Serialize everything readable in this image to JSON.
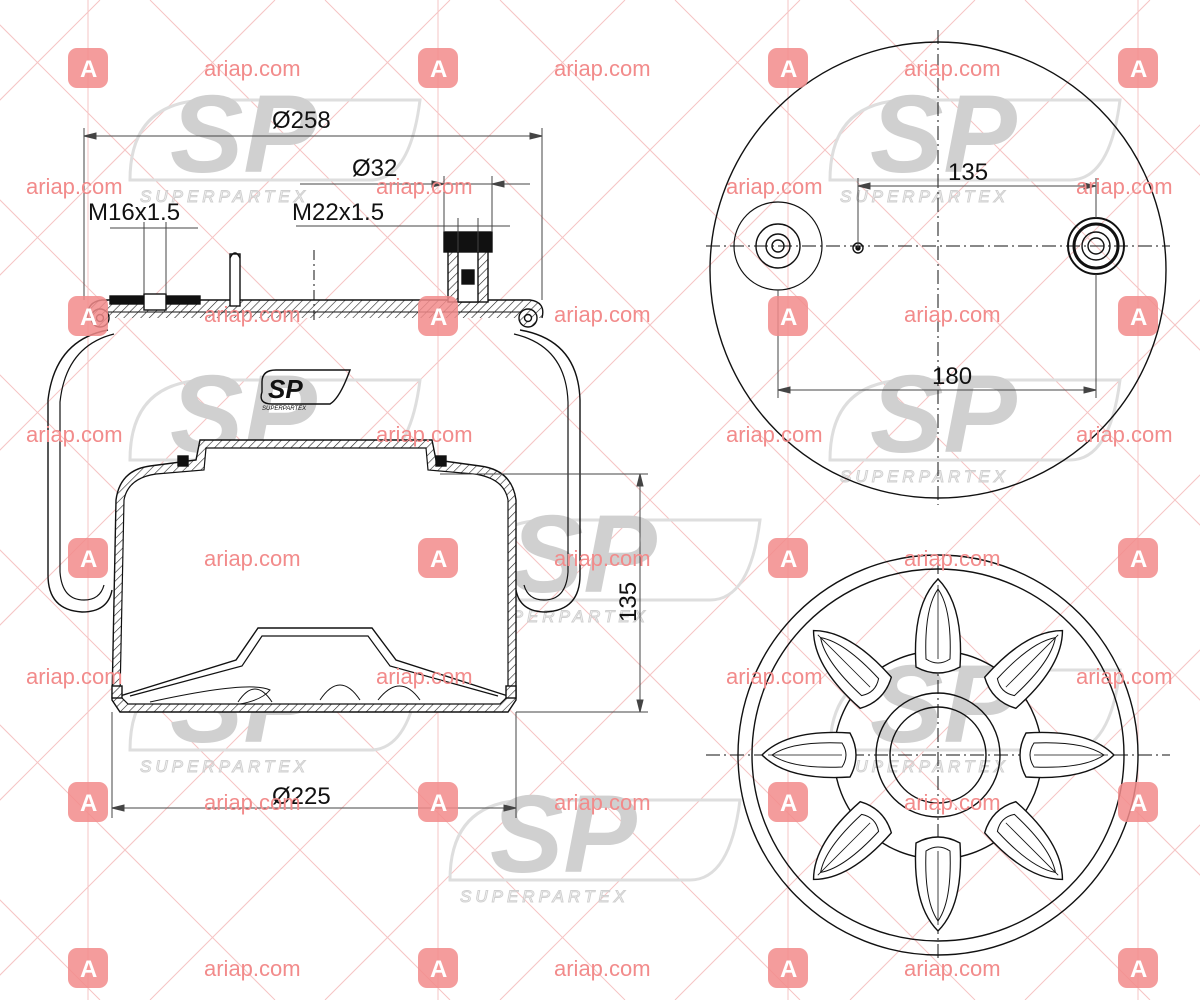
{
  "watermark": {
    "site": "ariap.com",
    "letter": "A",
    "color": "#f28b8b"
  },
  "brand": {
    "mark": "SP",
    "name": "SUPERPARTEX"
  },
  "dimensions": {
    "outer_diameter": "Ø258",
    "pin_diameter": "Ø32",
    "thread_left": "M16x1.5",
    "thread_right": "M22x1.5",
    "piston_diameter": "Ø225",
    "height": "135",
    "bolt_spacing_top": "135",
    "bolt_spacing_bottom": "180"
  }
}
